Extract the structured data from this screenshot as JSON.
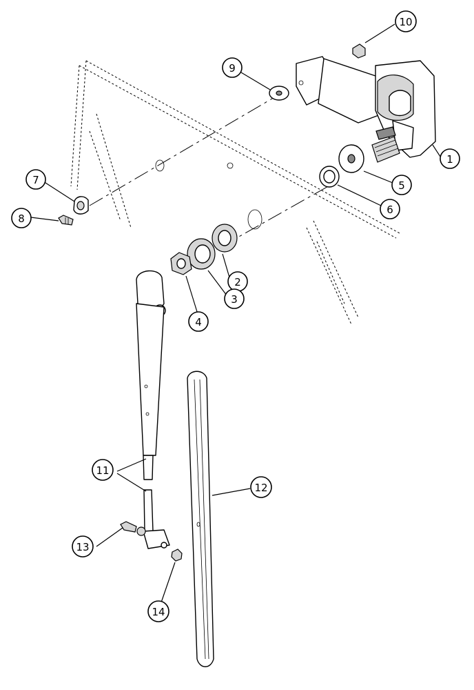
{
  "colors": {
    "ink": "#000000",
    "paper": "#ffffff",
    "shade": "#d6d6d6"
  },
  "callouts": [
    {
      "id": "1",
      "label": "1"
    },
    {
      "id": "2",
      "label": "2"
    },
    {
      "id": "3",
      "label": "3"
    },
    {
      "id": "4",
      "label": "4"
    },
    {
      "id": "5",
      "label": "5"
    },
    {
      "id": "6",
      "label": "6"
    },
    {
      "id": "7",
      "label": "7"
    },
    {
      "id": "8",
      "label": "8"
    },
    {
      "id": "9",
      "label": "9"
    },
    {
      "id": "10",
      "label": "10"
    },
    {
      "id": "11",
      "label": "11"
    },
    {
      "id": "12",
      "label": "12"
    },
    {
      "id": "13",
      "label": "13"
    },
    {
      "id": "14",
      "label": "14"
    }
  ]
}
